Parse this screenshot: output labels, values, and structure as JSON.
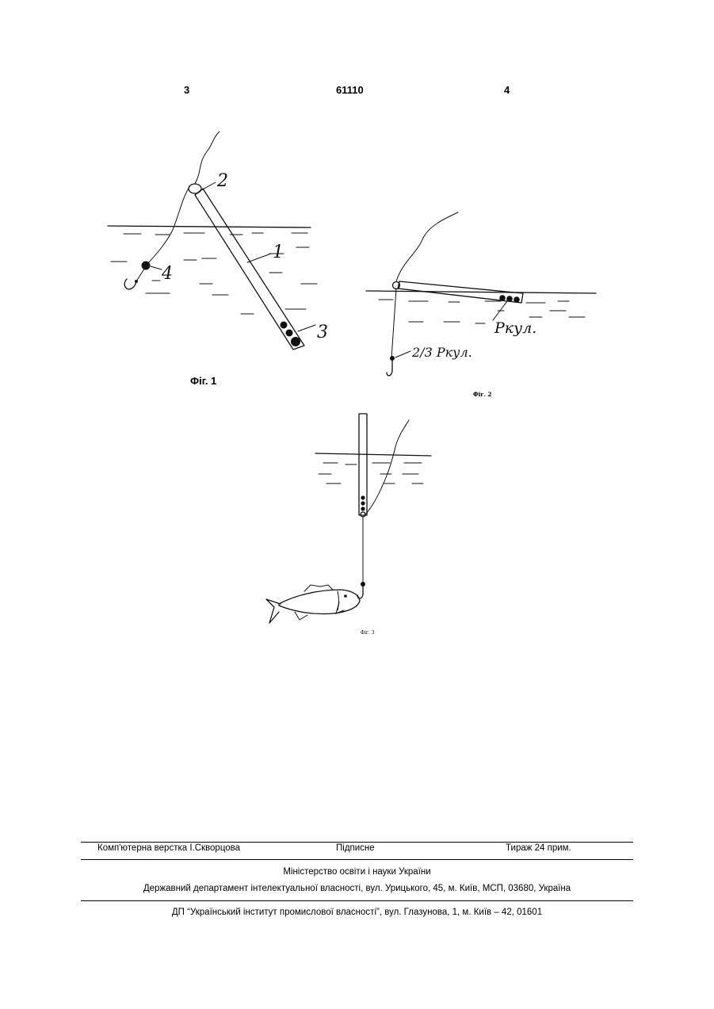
{
  "header": {
    "page_left": "3",
    "patent_number": "61110",
    "page_right": "4"
  },
  "figures": {
    "fig1": {
      "caption": "Фіг. 1",
      "labels": {
        "rod": "1",
        "eyelet": "2",
        "weights": "3",
        "sinker": "4"
      }
    },
    "fig2": {
      "caption": "Фіг. 2",
      "label_weight": "Pкул.",
      "label_sinker": "2/3 Pкул."
    },
    "fig3": {
      "caption": "Фіг. 3"
    }
  },
  "footer": {
    "layout": "Комп'ютерна верстка І.Скворцова",
    "signed": "Підписне",
    "circulation": "Тираж 24 прим.",
    "ministry": "Міністерство освіти і науки України",
    "department": "Державний департамент інтелектуальної власності, вул. Урицького, 45, м. Київ, МСП, 03680, Україна",
    "institute": "ДП “Український інститут промислової власності”, вул. Глазунова, 1, м. Київ – 42, 01601"
  }
}
